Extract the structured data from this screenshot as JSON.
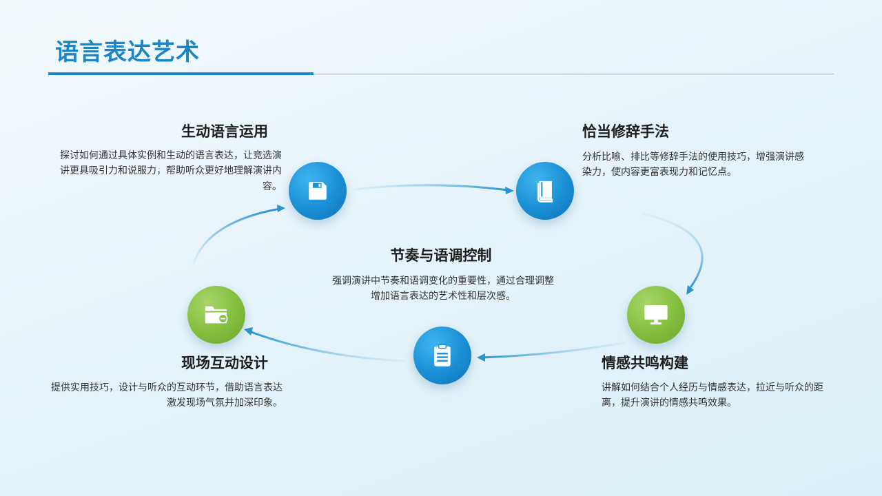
{
  "title": "语言表达艺术",
  "nodes": [
    {
      "heading": "生动语言运用",
      "description": "探讨如何通过具体实例和生动的语言表达，让竞选演讲更具吸引力和说服力，帮助听众更好地理解演讲内容。",
      "icon": "floppy-disk-icon",
      "color": "#1a8ed4"
    },
    {
      "heading": "恰当修辞手法",
      "description": "分析比喻、排比等修辞手法的使用技巧，增强演讲感染力，使内容更富表现力和记忆点。",
      "icon": "book-icon",
      "color": "#1a8ed4"
    },
    {
      "heading": "节奏与语调控制",
      "description": "强调演讲中节奏和语调变化的重要性，通过合理调整增加语言表达的艺术性和层次感。",
      "icon": "clipboard-icon",
      "color": "#1a8ed4"
    },
    {
      "heading": "情感共鸣构建",
      "description": "讲解如何结合个人经历与情感表达，拉近与听众的距离，提升演讲的情感共鸣效果。",
      "icon": "monitor-icon",
      "color": "#82be3e"
    },
    {
      "heading": "现场互动设计",
      "description": "提供实用技巧，设计与听众的互动环节，借助语言表达激发现场气氛并加深印象。",
      "icon": "folder-minus-icon",
      "color": "#82be3e"
    }
  ]
}
